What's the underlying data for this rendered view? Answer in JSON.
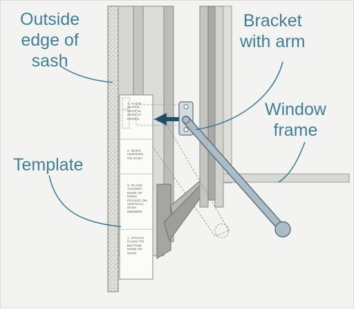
{
  "labels": {
    "outside_edge": "Outside\nedge of\nsash",
    "bracket": "Bracket\nwith arm",
    "window_frame": "Window\nframe",
    "template": "Template"
  },
  "template_steps": {
    "step1": "1. ALIGN\nSLOT &\nSTOP IN\nSASH AT\nMARKS",
    "step2": "2. MARK\nCENTERS\nON SASH",
    "step3": "3. PLACE\nAGAINST\nEDGE OF\nOPEN\nPOCKET ON\nVERTICAL\nSASH\nMEMBER",
    "step4": "1. ATTACH\nFLUSH TO\nBOTTOM\nEDGE OF\nSASH"
  },
  "colors": {
    "callout_text": "#3f7f96",
    "leader_line": "#3f7f96",
    "arrow": "#1f4e66",
    "arm": "#a9bdc8"
  }
}
